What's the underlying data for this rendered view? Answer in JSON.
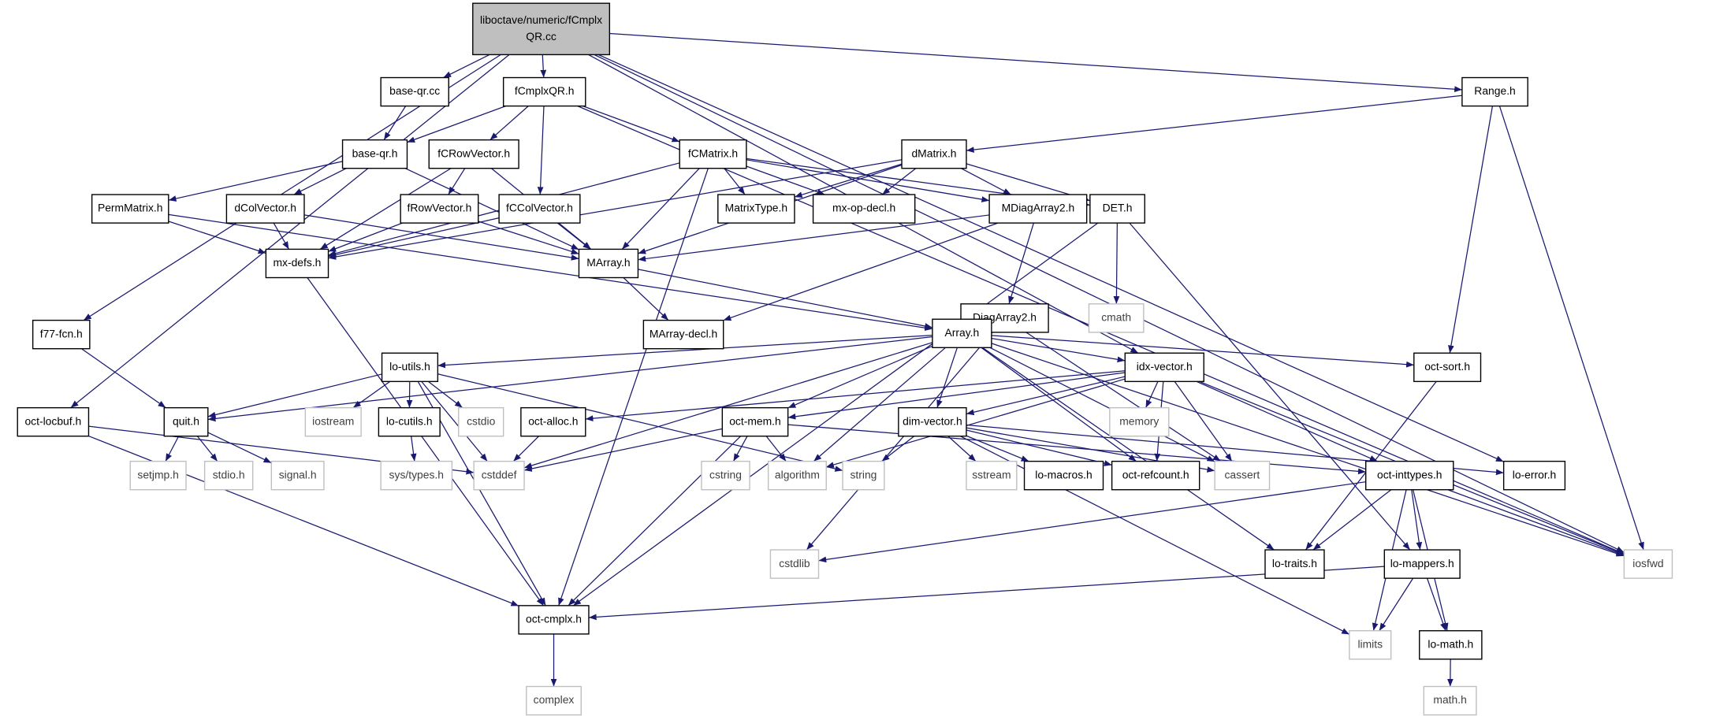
{
  "title": "liboctave/numeric/fCmplxQR.cc",
  "colors": {
    "edge": "#191970",
    "root_fill": "#bfbfbf",
    "external_border": "#bfbfbf",
    "node_border": "#000000"
  },
  "nodes": [
    {
      "id": "root",
      "label": [
        "liboctave/numeric/fCmplx",
        "QR.cc"
      ],
      "kind": "root"
    },
    {
      "id": "base-qr.cc",
      "label": [
        "base-qr.cc"
      ],
      "kind": "file"
    },
    {
      "id": "fCmplxQR.h",
      "label": [
        "fCmplxQR.h"
      ],
      "kind": "file"
    },
    {
      "id": "Range.h",
      "label": [
        "Range.h"
      ],
      "kind": "file"
    },
    {
      "id": "base-qr.h",
      "label": [
        "base-qr.h"
      ],
      "kind": "file"
    },
    {
      "id": "fCRowVector.h",
      "label": [
        "fCRowVector.h"
      ],
      "kind": "file"
    },
    {
      "id": "fCMatrix.h",
      "label": [
        "fCMatrix.h"
      ],
      "kind": "file"
    },
    {
      "id": "dMatrix.h",
      "label": [
        "dMatrix.h"
      ],
      "kind": "file"
    },
    {
      "id": "PermMatrix.h",
      "label": [
        "PermMatrix.h"
      ],
      "kind": "file"
    },
    {
      "id": "dColVector.h",
      "label": [
        "dColVector.h"
      ],
      "kind": "file"
    },
    {
      "id": "fRowVector.h",
      "label": [
        "fRowVector.h"
      ],
      "kind": "file"
    },
    {
      "id": "fCColVector.h",
      "label": [
        "fCColVector.h"
      ],
      "kind": "file"
    },
    {
      "id": "MatrixType.h",
      "label": [
        "MatrixType.h"
      ],
      "kind": "file"
    },
    {
      "id": "mx-op-decl.h",
      "label": [
        "mx-op-decl.h"
      ],
      "kind": "file"
    },
    {
      "id": "MDiagArray2.h",
      "label": [
        "MDiagArray2.h"
      ],
      "kind": "file"
    },
    {
      "id": "DET.h",
      "label": [
        "DET.h"
      ],
      "kind": "file"
    },
    {
      "id": "mx-defs.h",
      "label": [
        "mx-defs.h"
      ],
      "kind": "file"
    },
    {
      "id": "MArray.h",
      "label": [
        "MArray.h"
      ],
      "kind": "file"
    },
    {
      "id": "DiagArray2.h",
      "label": [
        "DiagArray2.h"
      ],
      "kind": "file"
    },
    {
      "id": "cmath",
      "label": [
        "cmath"
      ],
      "kind": "ext"
    },
    {
      "id": "f77-fcn.h",
      "label": [
        "f77-fcn.h"
      ],
      "kind": "file"
    },
    {
      "id": "MArray-decl.h",
      "label": [
        "MArray-decl.h"
      ],
      "kind": "file"
    },
    {
      "id": "Array.h",
      "label": [
        "Array.h"
      ],
      "kind": "file"
    },
    {
      "id": "lo-utils.h",
      "label": [
        "lo-utils.h"
      ],
      "kind": "file"
    },
    {
      "id": "idx-vector.h",
      "label": [
        "idx-vector.h"
      ],
      "kind": "file"
    },
    {
      "id": "oct-sort.h",
      "label": [
        "oct-sort.h"
      ],
      "kind": "file"
    },
    {
      "id": "oct-locbuf.h",
      "label": [
        "oct-locbuf.h"
      ],
      "kind": "file"
    },
    {
      "id": "quit.h",
      "label": [
        "quit.h"
      ],
      "kind": "file"
    },
    {
      "id": "iostream",
      "label": [
        "iostream"
      ],
      "kind": "ext"
    },
    {
      "id": "lo-cutils.h",
      "label": [
        "lo-cutils.h"
      ],
      "kind": "file"
    },
    {
      "id": "cstdio",
      "label": [
        "cstdio"
      ],
      "kind": "ext"
    },
    {
      "id": "oct-alloc.h",
      "label": [
        "oct-alloc.h"
      ],
      "kind": "file"
    },
    {
      "id": "oct-mem.h",
      "label": [
        "oct-mem.h"
      ],
      "kind": "file"
    },
    {
      "id": "dim-vector.h",
      "label": [
        "dim-vector.h"
      ],
      "kind": "file"
    },
    {
      "id": "memory",
      "label": [
        "memory"
      ],
      "kind": "ext"
    },
    {
      "id": "setjmp.h",
      "label": [
        "setjmp.h"
      ],
      "kind": "ext"
    },
    {
      "id": "stdio.h",
      "label": [
        "stdio.h"
      ],
      "kind": "ext"
    },
    {
      "id": "signal.h",
      "label": [
        "signal.h"
      ],
      "kind": "ext"
    },
    {
      "id": "sys/types.h",
      "label": [
        "sys/types.h"
      ],
      "kind": "ext"
    },
    {
      "id": "cstddef",
      "label": [
        "cstddef"
      ],
      "kind": "ext"
    },
    {
      "id": "cstring",
      "label": [
        "cstring"
      ],
      "kind": "ext"
    },
    {
      "id": "algorithm",
      "label": [
        "algorithm"
      ],
      "kind": "ext"
    },
    {
      "id": "string",
      "label": [
        "string"
      ],
      "kind": "ext"
    },
    {
      "id": "sstream",
      "label": [
        "sstream"
      ],
      "kind": "ext"
    },
    {
      "id": "lo-macros.h",
      "label": [
        "lo-macros.h"
      ],
      "kind": "file"
    },
    {
      "id": "oct-refcount.h",
      "label": [
        "oct-refcount.h"
      ],
      "kind": "file"
    },
    {
      "id": "cassert",
      "label": [
        "cassert"
      ],
      "kind": "ext"
    },
    {
      "id": "oct-inttypes.h",
      "label": [
        "oct-inttypes.h"
      ],
      "kind": "file"
    },
    {
      "id": "lo-error.h",
      "label": [
        "lo-error.h"
      ],
      "kind": "file"
    },
    {
      "id": "cstdlib",
      "label": [
        "cstdlib"
      ],
      "kind": "ext"
    },
    {
      "id": "lo-traits.h",
      "label": [
        "lo-traits.h"
      ],
      "kind": "file"
    },
    {
      "id": "lo-mappers.h",
      "label": [
        "lo-mappers.h"
      ],
      "kind": "file"
    },
    {
      "id": "iosfwd",
      "label": [
        "iosfwd"
      ],
      "kind": "ext"
    },
    {
      "id": "oct-cmplx.h",
      "label": [
        "oct-cmplx.h"
      ],
      "kind": "file"
    },
    {
      "id": "limits",
      "label": [
        "limits"
      ],
      "kind": "ext"
    },
    {
      "id": "lo-math.h",
      "label": [
        "lo-math.h"
      ],
      "kind": "file"
    },
    {
      "id": "complex",
      "label": [
        "complex"
      ],
      "kind": "ext"
    },
    {
      "id": "math.h",
      "label": [
        "math.h"
      ],
      "kind": "ext"
    }
  ],
  "edges": [
    [
      "root",
      "base-qr.cc"
    ],
    [
      "root",
      "fCmplxQR.h"
    ],
    [
      "root",
      "Range.h"
    ],
    [
      "root",
      "f77-fcn.h"
    ],
    [
      "root",
      "oct-locbuf.h"
    ],
    [
      "root",
      "idx-vector.h"
    ],
    [
      "root",
      "lo-error.h"
    ],
    [
      "root",
      "iosfwd"
    ],
    [
      "base-qr.cc",
      "base-qr.h"
    ],
    [
      "fCmplxQR.h",
      "base-qr.h"
    ],
    [
      "fCmplxQR.h",
      "fCRowVector.h"
    ],
    [
      "fCmplxQR.h",
      "fCColVector.h"
    ],
    [
      "fCmplxQR.h",
      "fCMatrix.h"
    ],
    [
      "fCmplxQR.h",
      "iosfwd"
    ],
    [
      "Range.h",
      "dMatrix.h"
    ],
    [
      "Range.h",
      "oct-sort.h"
    ],
    [
      "Range.h",
      "iosfwd"
    ],
    [
      "base-qr.h",
      "PermMatrix.h"
    ],
    [
      "base-qr.h",
      "dColVector.h"
    ],
    [
      "base-qr.h",
      "MArray.h"
    ],
    [
      "fCRowVector.h",
      "fRowVector.h"
    ],
    [
      "fCRowVector.h",
      "mx-defs.h"
    ],
    [
      "fCRowVector.h",
      "MArray.h"
    ],
    [
      "fCMatrix.h",
      "mx-defs.h"
    ],
    [
      "fCMatrix.h",
      "MArray.h"
    ],
    [
      "fCMatrix.h",
      "MatrixType.h"
    ],
    [
      "fCMatrix.h",
      "mx-op-decl.h"
    ],
    [
      "fCMatrix.h",
      "MDiagArray2.h"
    ],
    [
      "fCMatrix.h",
      "DET.h"
    ],
    [
      "fCMatrix.h",
      "oct-cmplx.h"
    ],
    [
      "dMatrix.h",
      "MatrixType.h"
    ],
    [
      "dMatrix.h",
      "mx-op-decl.h"
    ],
    [
      "dMatrix.h",
      "MDiagArray2.h"
    ],
    [
      "dMatrix.h",
      "DET.h"
    ],
    [
      "dMatrix.h",
      "mx-defs.h"
    ],
    [
      "dMatrix.h",
      "MArray.h"
    ],
    [
      "PermMatrix.h",
      "mx-defs.h"
    ],
    [
      "PermMatrix.h",
      "Array.h"
    ],
    [
      "dColVector.h",
      "mx-defs.h"
    ],
    [
      "dColVector.h",
      "MArray.h"
    ],
    [
      "fRowVector.h",
      "mx-defs.h"
    ],
    [
      "fRowVector.h",
      "MArray.h"
    ],
    [
      "fCColVector.h",
      "mx-defs.h"
    ],
    [
      "fCColVector.h",
      "MArray.h"
    ],
    [
      "MDiagArray2.h",
      "DiagArray2.h"
    ],
    [
      "MDiagArray2.h",
      "MArray.h"
    ],
    [
      "MDiagArray2.h",
      "MArray-decl.h"
    ],
    [
      "DET.h",
      "cmath"
    ],
    [
      "DET.h",
      "oct-cmplx.h"
    ],
    [
      "DET.h",
      "lo-mappers.h"
    ],
    [
      "mx-defs.h",
      "oct-cmplx.h"
    ],
    [
      "MArray.h",
      "MArray-decl.h"
    ],
    [
      "MArray.h",
      "Array.h"
    ],
    [
      "DiagArray2.h",
      "Array.h"
    ],
    [
      "DiagArray2.h",
      "cassert"
    ],
    [
      "DiagArray2.h",
      "cstdlib"
    ],
    [
      "f77-fcn.h",
      "quit.h"
    ],
    [
      "Array.h",
      "quit.h"
    ],
    [
      "Array.h",
      "lo-utils.h"
    ],
    [
      "Array.h",
      "idx-vector.h"
    ],
    [
      "Array.h",
      "oct-sort.h"
    ],
    [
      "Array.h",
      "iosfwd"
    ],
    [
      "Array.h",
      "oct-mem.h"
    ],
    [
      "Array.h",
      "algorithm"
    ],
    [
      "Array.h",
      "dim-vector.h"
    ],
    [
      "Array.h",
      "oct-refcount.h"
    ],
    [
      "Array.h",
      "cassert"
    ],
    [
      "Array.h",
      "lo-traits.h"
    ],
    [
      "Array.h",
      "cstddef"
    ],
    [
      "lo-utils.h",
      "quit.h"
    ],
    [
      "lo-utils.h",
      "iostream"
    ],
    [
      "lo-utils.h",
      "lo-cutils.h"
    ],
    [
      "lo-utils.h",
      "cstdio"
    ],
    [
      "lo-utils.h",
      "string"
    ],
    [
      "lo-utils.h",
      "oct-cmplx.h"
    ],
    [
      "lo-utils.h",
      "cstddef"
    ],
    [
      "idx-vector.h",
      "oct-alloc.h"
    ],
    [
      "idx-vector.h",
      "oct-mem.h"
    ],
    [
      "idx-vector.h",
      "algorithm"
    ],
    [
      "idx-vector.h",
      "dim-vector.h"
    ],
    [
      "idx-vector.h",
      "oct-refcount.h"
    ],
    [
      "idx-vector.h",
      "memory"
    ],
    [
      "idx-vector.h",
      "cassert"
    ],
    [
      "idx-vector.h",
      "oct-inttypes.h"
    ],
    [
      "idx-vector.h",
      "iosfwd"
    ],
    [
      "oct-sort.h",
      "lo-traits.h"
    ],
    [
      "oct-locbuf.h",
      "cstddef"
    ],
    [
      "oct-locbuf.h",
      "oct-cmplx.h"
    ],
    [
      "quit.h",
      "setjmp.h"
    ],
    [
      "quit.h",
      "stdio.h"
    ],
    [
      "quit.h",
      "signal.h"
    ],
    [
      "lo-cutils.h",
      "sys/types.h"
    ],
    [
      "oct-alloc.h",
      "cstddef"
    ],
    [
      "oct-mem.h",
      "cstddef"
    ],
    [
      "oct-mem.h",
      "cstring"
    ],
    [
      "oct-mem.h",
      "algorithm"
    ],
    [
      "oct-mem.h",
      "oct-cmplx.h"
    ],
    [
      "oct-mem.h",
      "oct-inttypes.h"
    ],
    [
      "dim-vector.h",
      "string"
    ],
    [
      "dim-vector.h",
      "sstream"
    ],
    [
      "dim-vector.h",
      "lo-macros.h"
    ],
    [
      "dim-vector.h",
      "oct-refcount.h"
    ],
    [
      "dim-vector.h",
      "cassert"
    ],
    [
      "dim-vector.h",
      "lo-error.h"
    ],
    [
      "dim-vector.h",
      "limits"
    ],
    [
      "oct-inttypes.h",
      "cstdlib"
    ],
    [
      "oct-inttypes.h",
      "lo-traits.h"
    ],
    [
      "oct-inttypes.h",
      "lo-mappers.h"
    ],
    [
      "oct-inttypes.h",
      "lo-math.h"
    ],
    [
      "oct-inttypes.h",
      "limits"
    ],
    [
      "oct-inttypes.h",
      "iosfwd"
    ],
    [
      "lo-mappers.h",
      "oct-cmplx.h"
    ],
    [
      "lo-mappers.h",
      "limits"
    ],
    [
      "lo-mappers.h",
      "lo-math.h"
    ],
    [
      "lo-math.h",
      "math.h"
    ],
    [
      "oct-cmplx.h",
      "complex"
    ]
  ]
}
